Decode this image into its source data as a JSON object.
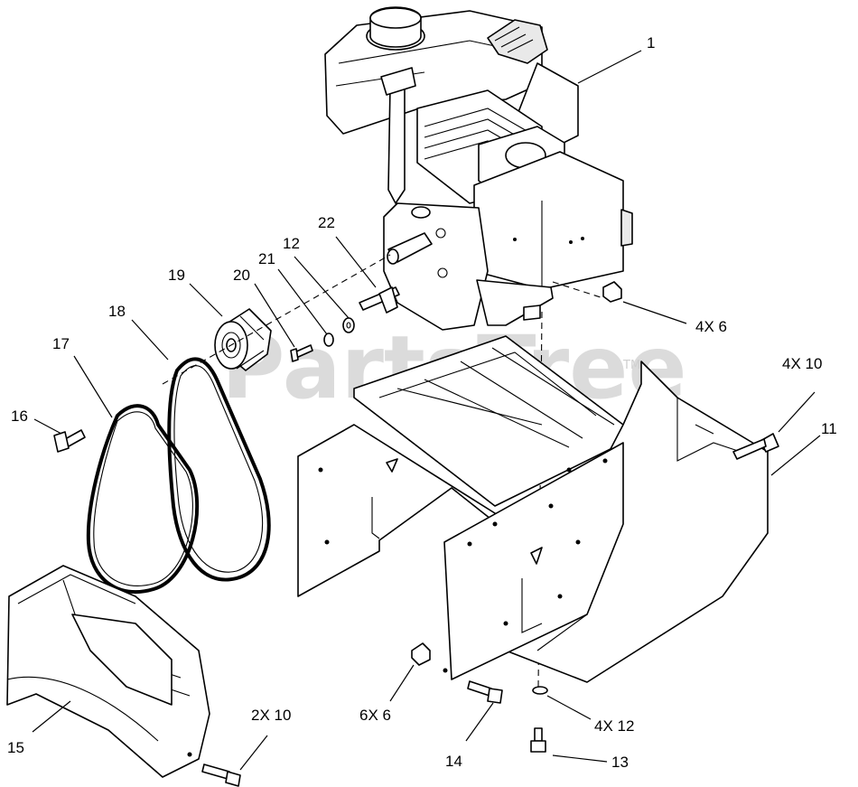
{
  "watermark": {
    "text": "PartsTree",
    "trademark": "TM"
  },
  "callouts": {
    "engine": "1",
    "frame_housing": "11",
    "washer_12": "12",
    "screw_13": "13",
    "screw_14": "14",
    "belt_cover": "15",
    "screw_16": "16",
    "belt_17": "17",
    "belt_18": "18",
    "pulley": "19",
    "screw_20": "20",
    "lock_washer": "21",
    "key": "22",
    "qty_4x6": "4X 6",
    "qty_4x10": "4X 10",
    "qty_4x12": "4X 12",
    "qty_6x6": "6X 6",
    "qty_2x10": "2X 10"
  }
}
